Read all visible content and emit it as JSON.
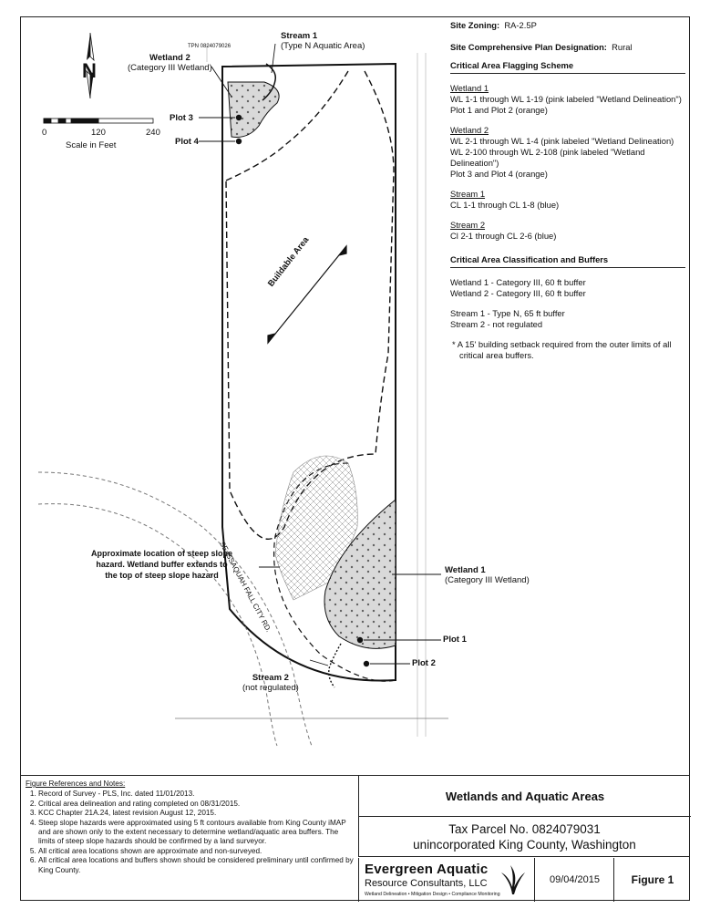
{
  "site": {
    "zoning_label": "Site Zoning:",
    "zoning_value": "RA-2.5P",
    "plan_label": "Site Comprehensive Plan Designation:",
    "plan_value": "Rural"
  },
  "flagging": {
    "heading": "Critical Area Flagging Scheme",
    "wetland1_title": "Wetland 1",
    "wetland1_line1": "WL 1-1 through WL 1-19 (pink labeled \"Wetland Delineation\")",
    "wetland1_line2": "Plot 1 and Plot 2 (orange)",
    "wetland2_title": "Wetland 2",
    "wetland2_line1": "WL 2-1 through WL 1-4 (pink labeled \"Wetland Delineation)",
    "wetland2_line2": "WL 2-100 through WL 2-108 (pink labeled \"Wetland Delineation\")",
    "wetland2_line3": "Plot 3 and Plot 4 (orange)",
    "stream1_title": "Stream 1",
    "stream1_line1": "CL 1-1 through CL 1-8 (blue)",
    "stream2_title": "Stream 2",
    "stream2_line1": "Cl 2-1 through CL 2-6 (blue)"
  },
  "classification": {
    "heading": "Critical Area Classification and Buffers",
    "line1": "Wetland 1 - Category III, 60 ft buffer",
    "line2": "Wetland 2 - Category III, 60 ft buffer",
    "line3": "Stream 1 - Type N, 65 ft buffer",
    "line4": "Stream 2 - not regulated",
    "note": "* A 15' building setback required from the outer limits of all critical area buffers."
  },
  "map_labels": {
    "stream1": "Stream 1",
    "stream1_sub": "(Type N Aquatic Area)",
    "wetland2": "Wetland 2",
    "wetland2_sub": "(Category III Wetland)",
    "plot3": "Plot 3",
    "plot4": "Plot 4",
    "plot1": "Plot 1",
    "plot2": "Plot 2",
    "wetland1": "Wetland 1",
    "wetland1_sub": "(Category III Wetland)",
    "stream2": "Stream 2",
    "stream2_sub": "(not regulated)",
    "buildable": "Buildable Area",
    "steep_line1": "Approximate location of steep slope",
    "steep_line2": "hazard.  Wetland buffer extends to",
    "steep_line3": "the top of steep slope hazard",
    "road": "SE ISSAQUAH FALL CITY RD.",
    "tpn_top": "TPN 0824079026",
    "scale_0": "0",
    "scale_120": "120",
    "scale_240": "240",
    "scale_unit": "Scale in Feet",
    "north": "N"
  },
  "notes": {
    "heading": "Figure References and Notes:",
    "items": [
      "Record of Survey - PLS, Inc. dated 11/01/2013.",
      "Critical area delineation and rating completed on 08/31/2015.",
      "KCC Chapter 21A.24, latest revision August 12, 2015.",
      "Steep slope hazards were approximated using 5 ft contours available from King County iMAP and are shown only to the extent necessary to determine wetland/aquatic area buffers. The limits of steep slope hazards should be confirmed by a land surveyor.",
      "All critical area locations shown are approximate and non-surveyed.",
      "All critical area locations and buffers shown should be considered preliminary until confirmed by King County."
    ]
  },
  "titleblock": {
    "title": "Wetlands and Aquatic Areas",
    "parcel": "Tax Parcel No. 0824079031",
    "location": "unincorporated King County, Washington",
    "company": "Evergreen Aquatic",
    "company_sub": "Resource Consultants, LLC",
    "tagline": "Wetland Delineation • Mitigation Design • Compliance Monitoring",
    "date": "09/04/2015",
    "figure": "Figure 1"
  }
}
